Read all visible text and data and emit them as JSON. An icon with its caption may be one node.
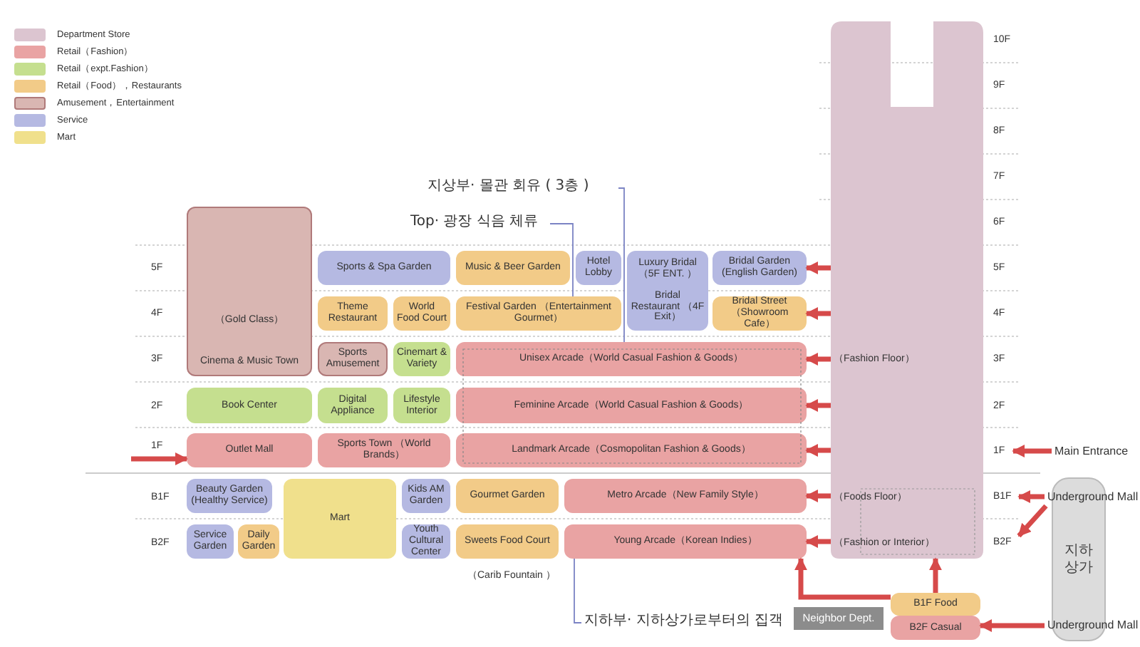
{
  "diagram": {
    "nodes": [
      {
        "text": [],
        "shape": "box"
      },
      {
        "text": [
          "（Gold Class）",
          "Cinema & Music Town"
        ]
      },
      {
        "text": [
          "Sports & Spa Garden"
        ]
      },
      {
        "text": [
          "Music & Beer Garden"
        ]
      },
      {
        "text": [
          "Hotel Lobby"
        ]
      },
      {
        "text": [
          "Luxury Bridal （5F ENT. ）",
          "Bridal Restaurant （4F Exit）"
        ]
      },
      {
        "text": [
          "Bridal Garden (English Garden)"
        ]
      },
      {
        "text": [
          "Theme Restaurant"
        ]
      },
      {
        "text": [
          "World Food Court"
        ]
      },
      {
        "text": [
          "Festival Garden （Entertainment Gourmet）"
        ]
      },
      {
        "text": [
          "Bridal Street （Showroom Cafe）"
        ]
      },
      {
        "text": [
          "Sports Amusement"
        ]
      },
      {
        "text": [
          "Cinemart & Variety"
        ]
      },
      {
        "text": [
          "Unisex Arcade（World Casual Fashion & Goods）"
        ]
      },
      {
        "text": [
          "Book Center"
        ]
      },
      {
        "text": [
          "Digital Appliance"
        ]
      },
      {
        "text": [
          "Lifestyle Interior"
        ]
      },
      {
        "text": [
          "Feminine Arcade（World Casual Fashion & Goods）"
        ]
      },
      {
        "text": [
          "Outlet Mall"
        ]
      },
      {
        "text": [
          "Sports Town （World Brands）"
        ]
      },
      {
        "text": [
          "Landmark Arcade（Cosmopolitan Fashion & Goods）"
        ]
      },
      {
        "text": [
          "Beauty Garden (Healthy Service)"
        ]
      },
      {
        "text": [
          "Mart"
        ]
      },
      {
        "text": [
          "Kids AM Garden"
        ]
      },
      {
        "text": [
          "Gourmet Garden"
        ]
      },
      {
        "text": [
          "Metro Arcade（New Family Style）"
        ]
      },
      {
        "text": [
          "Service Garden"
        ]
      },
      {
        "text": [
          "Daily Garden"
        ]
      },
      {
        "text": [
          "Youth Cultural Center"
        ]
      },
      {
        "text": [
          "Sweets Food Court"
        ]
      },
      {
        "text": [
          "Young Arcade（Korean Indies）"
        ]
      },
      {
        "text": [
          "지상부· 몰관 회유 ( 3층 )"
        ]
      },
      {
        "text": [
          "Top· 광장 식음 체류"
        ]
      },
      {
        "text": [
          "지하부· 지하상가로부터의 집객"
        ]
      },
      {
        "text": [
          "Main Entrance"
        ]
      },
      {
        "text": [
          "Underground Mall"
        ]
      },
      {
        "text": [
          "Underground Mall"
        ]
      },
      {
        "text": [
          "지하 상가"
        ]
      },
      {
        "text": [
          "Neighbor Dept."
        ]
      },
      {
        "text": [
          "B1F Food"
        ]
      },
      {
        "text": [
          "B2F Casual"
        ]
      },
      {
        "text": [
          "1F"
        ]
      },
      {
        "text": [
          "B1F"
        ]
      },
      {
        "text": [
          "B2F"
        ]
      }
    ],
    "edges": [
      {
        "from": 0,
        "to": 6,
        "arrow": "to"
      },
      {
        "from": 0,
        "to": 10,
        "arrow": "to"
      },
      {
        "from": 0,
        "to": 13,
        "arrow": "to"
      },
      {
        "from": 0,
        "to": 17,
        "arrow": "to"
      },
      {
        "from": 0,
        "to": 20,
        "arrow": "to"
      },
      {
        "from": 0,
        "to": 25,
        "arrow": "to"
      },
      {
        "from": 0,
        "to": 30,
        "arrow": "to"
      },
      {
        "from": 34,
        "to": 41,
        "arrow": "to"
      },
      {
        "from": 35,
        "to": 42,
        "arrow": "to"
      },
      {
        "from": 35,
        "to": 43,
        "arrow": "to"
      },
      {
        "from": 36,
        "to": 40,
        "arrow": "to"
      },
      {
        "from": 39,
        "to": 0,
        "arrow": "to"
      },
      {
        "from": 39,
        "to": 30,
        "arrow": "to"
      },
      {
        "from": null,
        "to": 18,
        "arrow": "to"
      },
      {
        "from": 31,
        "to": 13,
        "arrow": "none",
        "color": "#7b83c4"
      },
      {
        "from": 32,
        "to": 9,
        "arrow": "none",
        "color": "#7b83c4"
      },
      {
        "from": 33,
        "to": 30,
        "arrow": "none",
        "color": "#7b83c4"
      }
    ],
    "labels": [
      "5F",
      "4F",
      "3F",
      "2F",
      "1F",
      "B1F",
      "B2F",
      "10F",
      "9F",
      "8F",
      "7F",
      "6F",
      "5F",
      "4F",
      "3F",
      "2F",
      "（Fashion Floor）",
      "（Foods Floor）",
      "（Fashion or Interior）",
      "（Carib Fountain ）"
    ],
    "legend": [
      {
        "text": "Department Store",
        "color": "#dcc5d0"
      },
      {
        "text": "Retail（Fashion）",
        "color": "#e9a3a3"
      },
      {
        "text": "Retail（expt.Fashion）",
        "color": "#c5df8f"
      },
      {
        "text": "Retail（Food），Restaurants",
        "color": "#f2cb88"
      },
      {
        "text": "Amusement，Entertainment",
        "color": "#d9b6b2"
      },
      {
        "text": "Service",
        "color": "#b5b9e2"
      },
      {
        "text": "Mart",
        "color": "#f0e08c"
      }
    ]
  }
}
